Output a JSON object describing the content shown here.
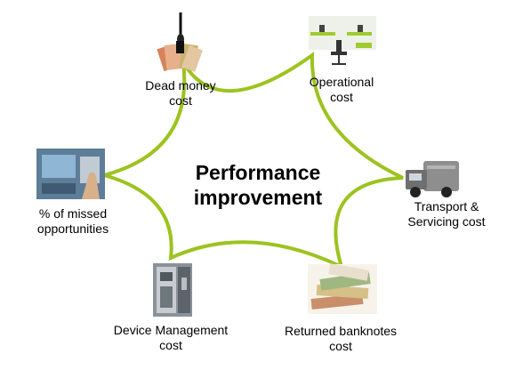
{
  "center": {
    "title_line1": "Performance",
    "title_line2": "improvement"
  },
  "factors": [
    {
      "line1": "Dead money",
      "line2": "cost",
      "icon": "money-noose-icon"
    },
    {
      "line1": "Operational",
      "line2": "cost",
      "icon": "office-desk-icon"
    },
    {
      "line1": "Transport &",
      "line2": "Servicing cost",
      "icon": "armored-truck-icon"
    },
    {
      "line1": "Returned banknotes",
      "line2": "cost",
      "icon": "banknote-stack-icon"
    },
    {
      "line1": "Device Management",
      "line2": "cost",
      "icon": "atm-open-cabinet-icon"
    },
    {
      "line1": "% of missed",
      "line2": "opportunities",
      "icon": "atm-hand-icon"
    }
  ],
  "colors": {
    "star_outline": "#9cc31f",
    "text": "#000000"
  }
}
